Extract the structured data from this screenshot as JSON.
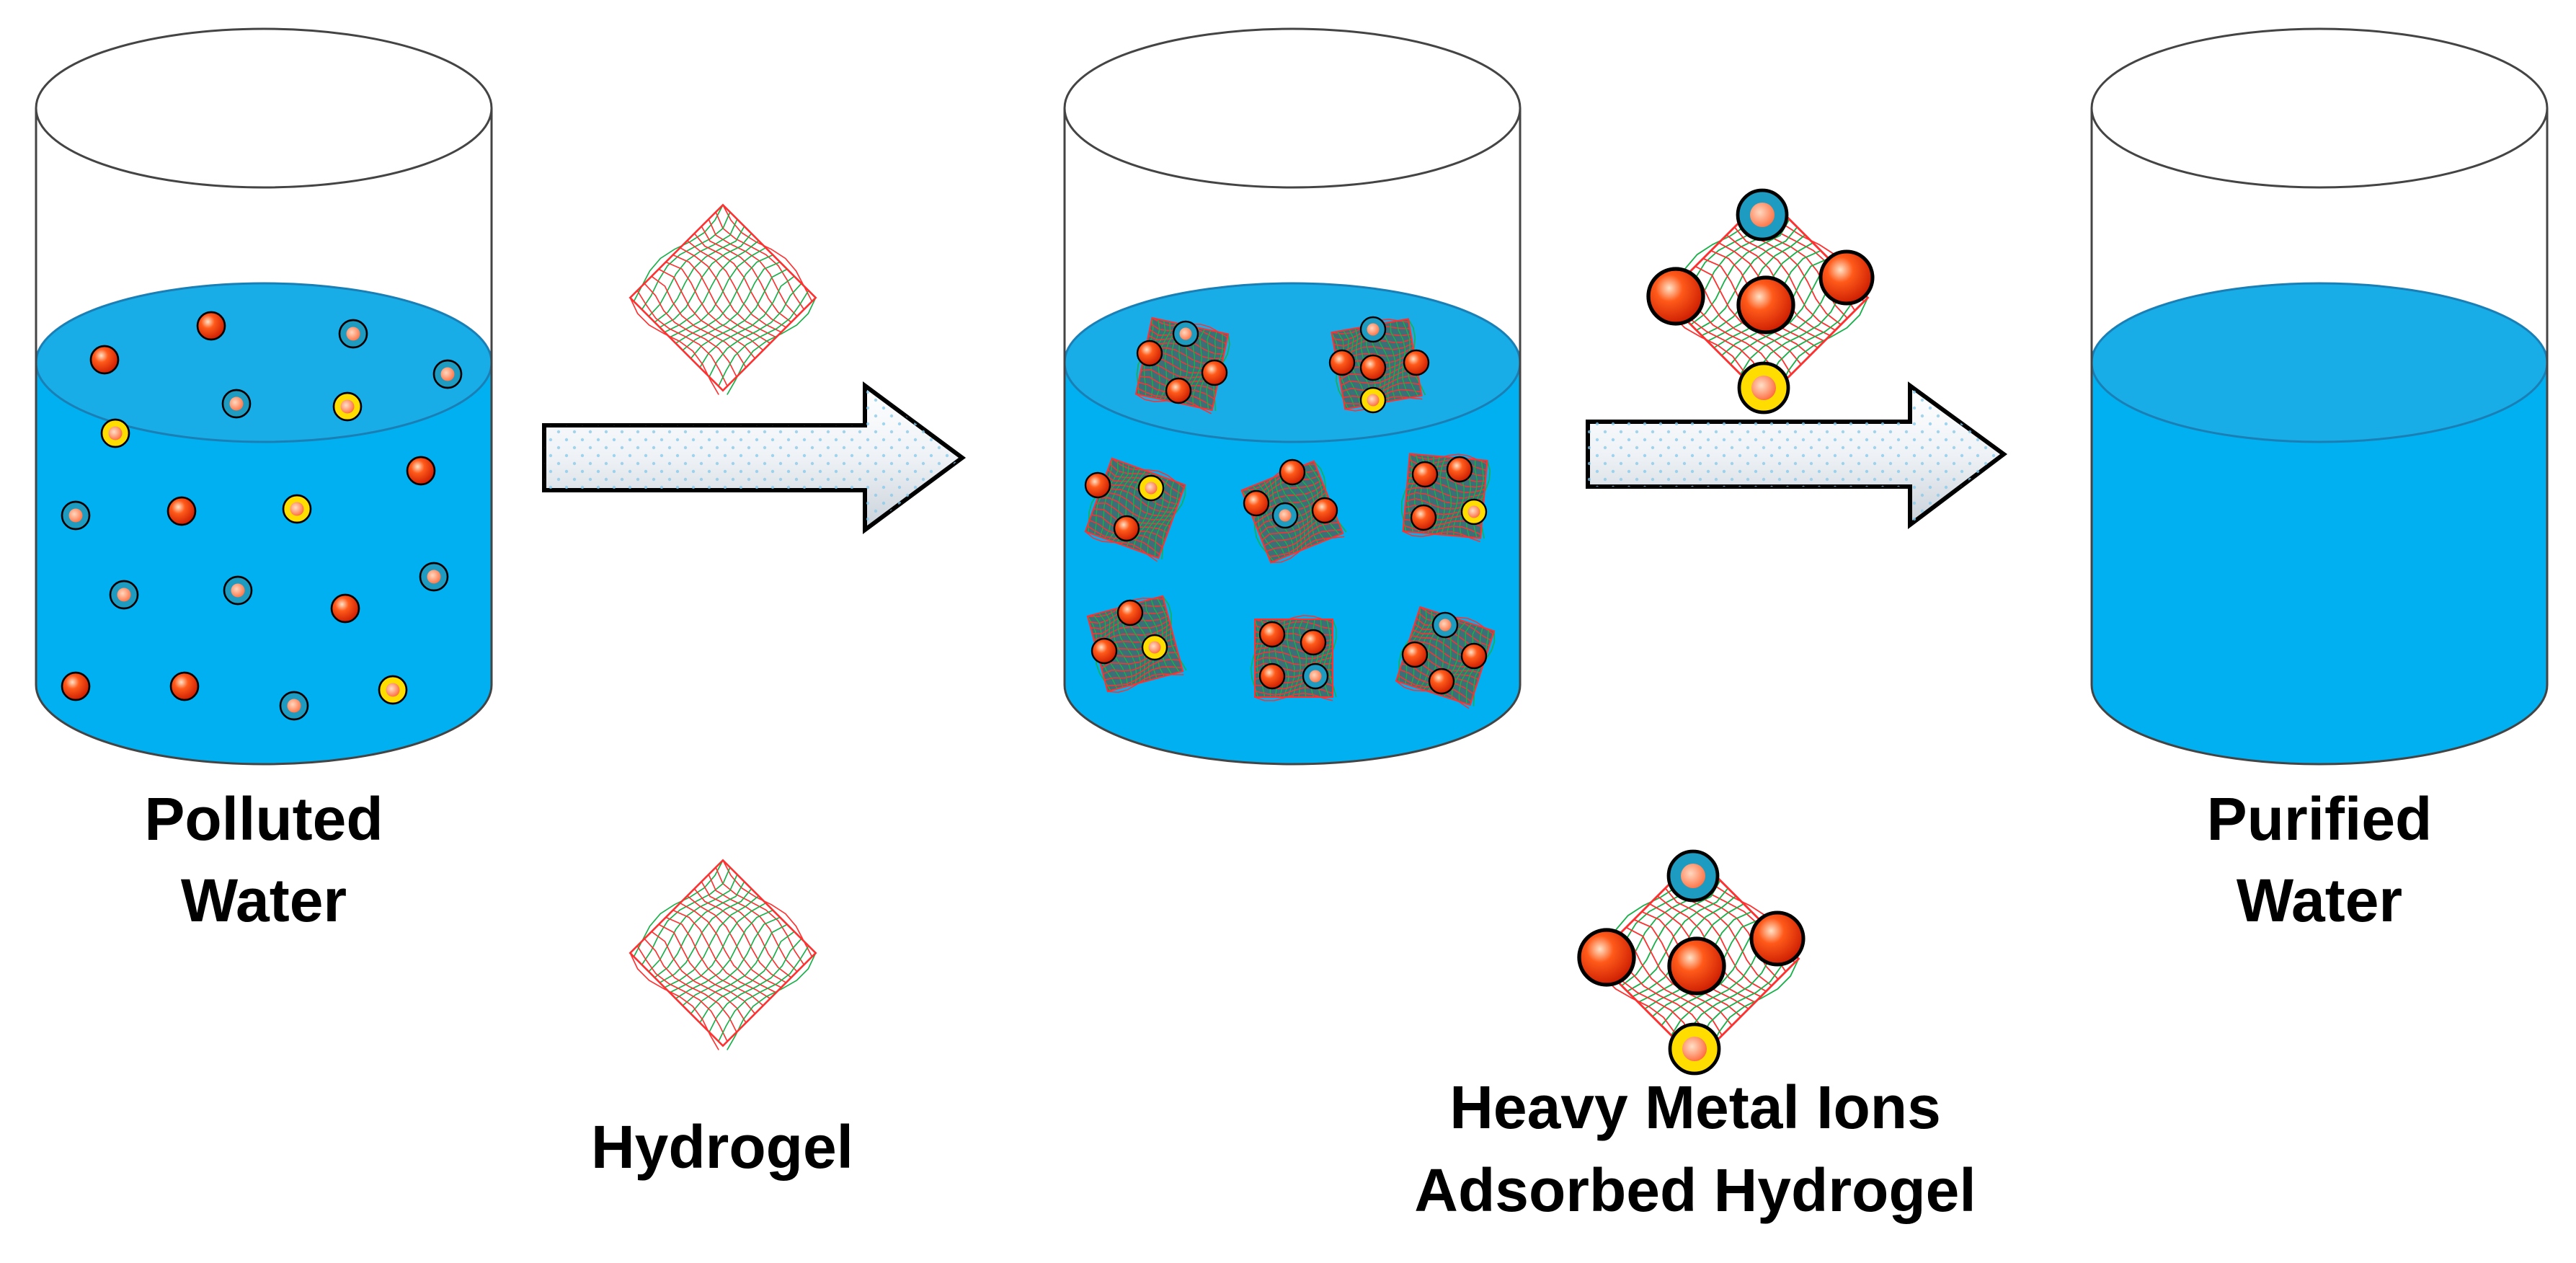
{
  "labels": {
    "polluted_line1": "Polluted",
    "polluted_line2": "Water",
    "hydrogel": "Hydrogel",
    "purified_line1": "Purified",
    "purified_line2": "Water",
    "adsorbed_line1": "Heavy Metal Ions",
    "adsorbed_line2": "Adsorbed Hydrogel"
  },
  "colors": {
    "water": "#00b0f0",
    "water_surface": "#1ea8e4",
    "arrow_fill": "#e8ecf0",
    "ion_red": "#ff2a00",
    "ion_teal": "#1e9bc0",
    "ion_yellow": "#ffdd00",
    "gel_red": "#ff3030",
    "gel_green": "#18b048"
  }
}
